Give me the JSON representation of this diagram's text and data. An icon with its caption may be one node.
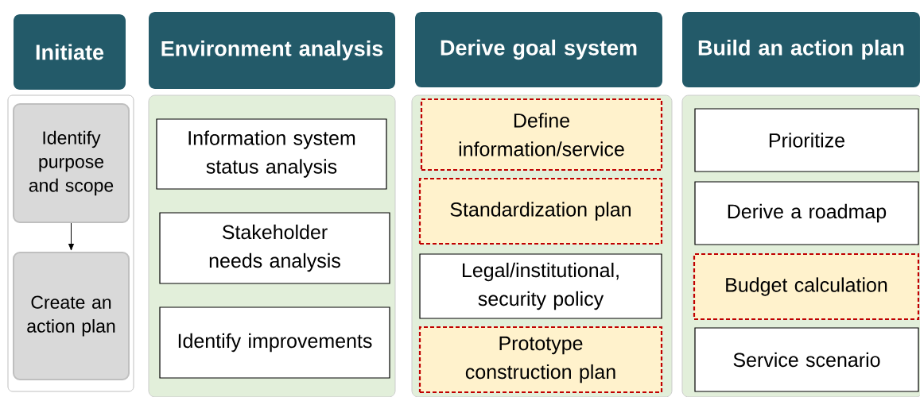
{
  "diagram": {
    "nodes": [
      {
        "text": [
          "Initiate"
        ]
      },
      {
        "text": [],
        "shape": "box"
      },
      {
        "text": [
          "Identify purpose and scope"
        ],
        "in": 1
      },
      {
        "text": [
          "Create an action plan"
        ],
        "in": 1
      },
      {
        "text": [
          "Environment analysis"
        ]
      },
      {
        "text": [],
        "shape": "box"
      },
      {
        "text": [
          "Information system status analysis"
        ],
        "in": 5
      },
      {
        "text": [
          "Stakeholder needs analysis"
        ],
        "in": 5
      },
      {
        "text": [
          "Identify improvements"
        ],
        "in": 5
      },
      {
        "text": [
          "Derive goal system"
        ]
      },
      {
        "text": [],
        "shape": "box"
      },
      {
        "text": [
          "Define information/service"
        ],
        "in": 10
      },
      {
        "text": [
          "Standardization plan"
        ],
        "in": 10
      },
      {
        "text": [
          "Legal/institutional, security policy"
        ],
        "in": 10
      },
      {
        "text": [
          "Prototype construction plan"
        ],
        "in": 10
      },
      {
        "text": [
          "Build an action plan"
        ]
      },
      {
        "text": [],
        "shape": "box"
      },
      {
        "text": [
          "Prioritize"
        ],
        "in": 16
      },
      {
        "text": [
          "Derive a roadmap"
        ],
        "in": 16
      },
      {
        "text": [
          "Budget calculation"
        ],
        "in": 16
      },
      {
        "text": [
          "Service scenario"
        ],
        "in": 16
      }
    ],
    "edges": [
      {
        "from": 2,
        "to": 3,
        "arrow": "to"
      }
    ]
  }
}
